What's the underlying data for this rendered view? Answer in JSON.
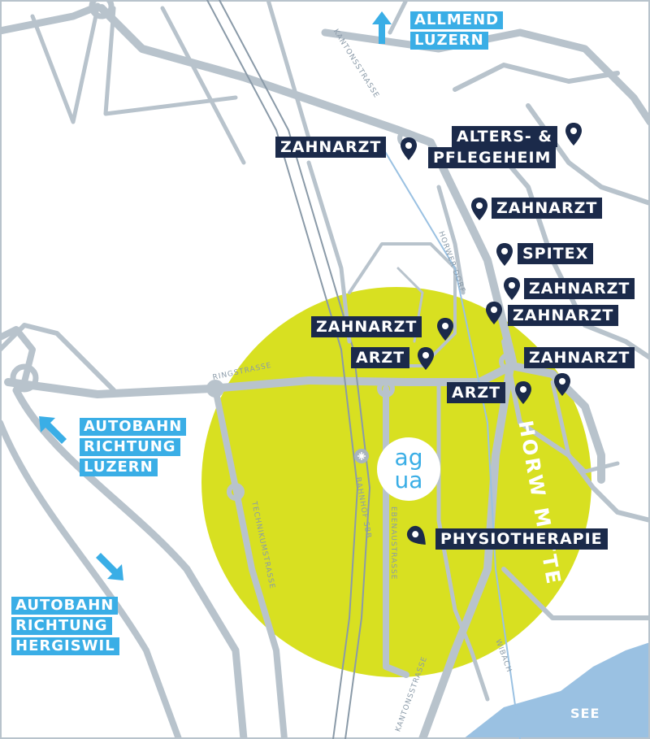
{
  "labels": {
    "allmend": [
      "ALLMEND",
      "LUZERN"
    ],
    "autobahn_luzern": [
      "AUTOBAHN",
      "RICHTUNG",
      "LUZERN"
    ],
    "autobahn_hergiswil": [
      "AUTOBAHN",
      "RICHTUNG",
      "HERGISWIL"
    ],
    "alters": [
      "ALTERS- &",
      "PFLEGEHEIM"
    ],
    "zahnarzt_1": "ZAHNARZT",
    "zahnarzt_2": "ZAHNARZT",
    "spitex": "SPITEX",
    "zahnarzt_3": "ZAHNARZT",
    "zahnarzt_4": "ZAHNARZT",
    "zahnarzt_5": "ZAHNARZT",
    "arzt_1": "ARZT",
    "zahnarzt_6": "ZAHNARZT",
    "arzt_2": "ARZT",
    "physiotherapie": "PHYSIOTHERAPIE",
    "horw_mitte": "HORW MITTE",
    "see": "SEE"
  },
  "streets": {
    "kantonsstrasse_top": "KANTONSSTRASSE",
    "kantonsstrasse_bottom": "KANTONSSTRASSE",
    "ringstrasse": "RINGSTRASSE",
    "technikumstrasse": "TECHNIKUMSTRASSE",
    "bahnhof": "BAHNHOF SBB",
    "ebenaustrasse": "EBENAUSTRASSE",
    "horwer_dorf": "HORWER DORF",
    "bach": "WIBACH"
  },
  "logo_text": [
    "ag",
    "ua"
  ],
  "colors": {
    "road": "#b8c3cc",
    "highlight": "#d8e021",
    "label_dark": "#1b2a4a",
    "label_blue": "#3aaee6",
    "water": "#9ac1e2"
  }
}
